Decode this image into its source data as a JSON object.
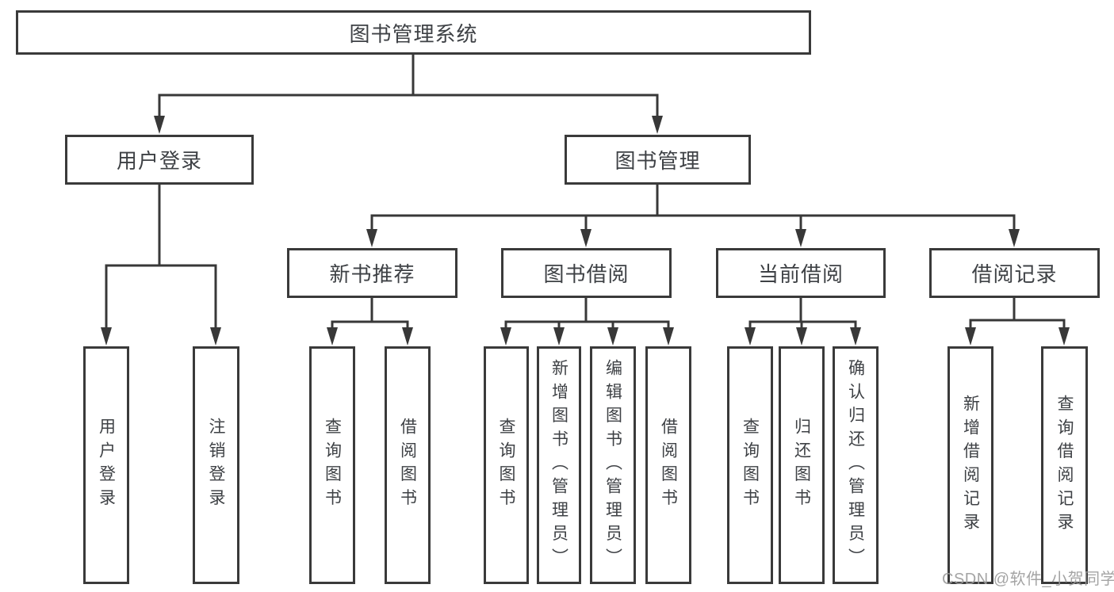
{
  "colors": {
    "background": "#ffffff",
    "line": "#383838",
    "box_border": "#3a3a3a",
    "text": "#3e4145",
    "watermark": "#9b9b9b"
  },
  "nodes": {
    "root": {
      "label": "图书管理系统"
    },
    "user_login": {
      "label": "用户登录"
    },
    "book_management": {
      "label": "图书管理"
    },
    "new_book_recommend": {
      "label": "新书推荐"
    },
    "book_borrow": {
      "label": "图书借阅"
    },
    "current_borrow": {
      "label": "当前借阅"
    },
    "borrow_records": {
      "label": "借阅记录"
    },
    "leaf_user_login": {
      "label": "用户登录"
    },
    "leaf_logout": {
      "label": "注销登录"
    },
    "leaf_nbr_query_book": {
      "label": "查询图书"
    },
    "leaf_nbr_borrow_book": {
      "label": "借阅图书"
    },
    "leaf_bb_query_book": {
      "label": "查询图书"
    },
    "leaf_bb_add_book": {
      "label": "新增图书（管理员）"
    },
    "leaf_bb_edit_book": {
      "label": "编辑图书（管理员）"
    },
    "leaf_bb_borrow_book": {
      "label": "借阅图书"
    },
    "leaf_cb_query_book": {
      "label": "查询图书"
    },
    "leaf_cb_return_book": {
      "label": "归还图书"
    },
    "leaf_cb_confirm_return": {
      "label": "确认归还（管理员）"
    },
    "leaf_br_add_record": {
      "label": "新增借阅记录"
    },
    "leaf_br_query_record": {
      "label": "查询借阅记录"
    }
  },
  "watermark": {
    "text": "CSDN @软件_小贺同学"
  }
}
